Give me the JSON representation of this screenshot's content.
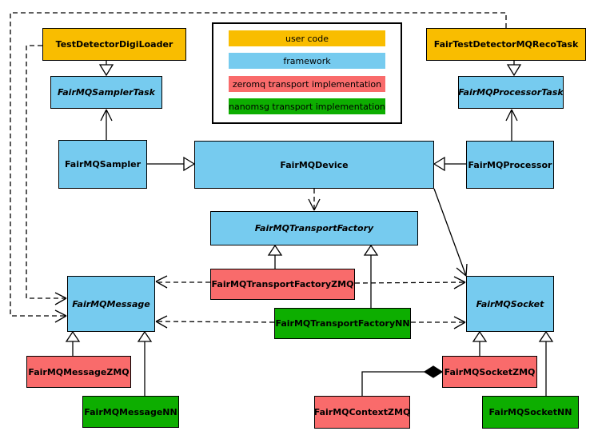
{
  "legend": {
    "items": [
      {
        "label": "user code",
        "color": "#F9BD00"
      },
      {
        "label": "framework",
        "color": "#76CBEF"
      },
      {
        "label": "zeromq transport implementation",
        "color": "#F96B6B"
      },
      {
        "label": "nanomsg transport implementation",
        "color": "#0DAE00"
      }
    ]
  },
  "colors": {
    "user_code": "#F9BD00",
    "framework": "#76CBEF",
    "zeromq": "#F96B6B",
    "nanomsg": "#0DAE00",
    "line": "#000000",
    "background": "#FFFFFF"
  },
  "nodes": {
    "TestDetectorDigiLoader": {
      "label": "TestDetectorDigiLoader",
      "category": "user code",
      "abstract": false
    },
    "FairTestDetectorMQRecoTask": {
      "label": "FairTestDetectorMQRecoTask",
      "category": "user code",
      "abstract": false
    },
    "FairMQSamplerTask": {
      "label": "FairMQSamplerTask",
      "category": "framework",
      "abstract": true
    },
    "FairMQProcessorTask": {
      "label": "FairMQProcessorTask",
      "category": "framework",
      "abstract": true
    },
    "FairMQSampler": {
      "label": "FairMQSampler",
      "category": "framework",
      "abstract": false
    },
    "FairMQDevice": {
      "label": "FairMQDevice",
      "category": "framework",
      "abstract": false
    },
    "FairMQProcessor": {
      "label": "FairMQProcessor",
      "category": "framework",
      "abstract": false
    },
    "FairMQTransportFactory": {
      "label": "FairMQTransportFactory",
      "category": "framework",
      "abstract": true
    },
    "FairMQTransportFactoryZMQ": {
      "label": "FairMQTransportFactoryZMQ",
      "category": "zeromq",
      "abstract": false
    },
    "FairMQTransportFactoryNN": {
      "label": "FairMQTransportFactoryNN",
      "category": "nanomsg",
      "abstract": false
    },
    "FairMQMessage": {
      "label": "FairMQMessage",
      "category": "framework",
      "abstract": true
    },
    "FairMQSocket": {
      "label": "FairMQSocket",
      "category": "framework",
      "abstract": true
    },
    "FairMQMessageZMQ": {
      "label": "FairMQMessageZMQ",
      "category": "zeromq",
      "abstract": false
    },
    "FairMQMessageNN": {
      "label": "FairMQMessageNN",
      "category": "nanomsg",
      "abstract": false
    },
    "FairMQContextZMQ": {
      "label": "FairMQContextZMQ",
      "category": "zeromq",
      "abstract": false
    },
    "FairMQSocketZMQ": {
      "label": "FairMQSocketZMQ",
      "category": "zeromq",
      "abstract": false
    },
    "FairMQSocketNN": {
      "label": "FairMQSocketNN",
      "category": "nanomsg",
      "abstract": false
    }
  },
  "edges": [
    {
      "from": "TestDetectorDigiLoader",
      "to": "FairMQSamplerTask",
      "type": "inheritance"
    },
    {
      "from": "FairTestDetectorMQRecoTask",
      "to": "FairMQProcessorTask",
      "type": "inheritance"
    },
    {
      "from": "FairMQSampler",
      "to": "FairMQSamplerTask",
      "type": "association"
    },
    {
      "from": "FairMQProcessor",
      "to": "FairMQProcessorTask",
      "type": "association"
    },
    {
      "from": "FairMQSampler",
      "to": "FairMQDevice",
      "type": "inheritance"
    },
    {
      "from": "FairMQProcessor",
      "to": "FairMQDevice",
      "type": "inheritance"
    },
    {
      "from": "FairMQDevice",
      "to": "FairMQTransportFactory",
      "type": "dependency"
    },
    {
      "from": "FairMQDevice",
      "to": "FairMQSocket",
      "type": "association"
    },
    {
      "from": "FairMQTransportFactoryZMQ",
      "to": "FairMQTransportFactory",
      "type": "inheritance"
    },
    {
      "from": "FairMQTransportFactoryNN",
      "to": "FairMQTransportFactory",
      "type": "inheritance"
    },
    {
      "from": "FairMQTransportFactoryZMQ",
      "to": "FairMQMessage",
      "type": "dependency"
    },
    {
      "from": "FairMQTransportFactoryZMQ",
      "to": "FairMQSocket",
      "type": "dependency"
    },
    {
      "from": "FairMQTransportFactoryNN",
      "to": "FairMQMessage",
      "type": "dependency"
    },
    {
      "from": "FairMQTransportFactoryNN",
      "to": "FairMQSocket",
      "type": "dependency"
    },
    {
      "from": "TestDetectorDigiLoader",
      "to": "FairMQMessage",
      "type": "dependency"
    },
    {
      "from": "FairTestDetectorMQRecoTask",
      "to": "FairMQMessage",
      "type": "dependency"
    },
    {
      "from": "FairMQMessageZMQ",
      "to": "FairMQMessage",
      "type": "inheritance"
    },
    {
      "from": "FairMQMessageNN",
      "to": "FairMQMessage",
      "type": "inheritance"
    },
    {
      "from": "FairMQSocketZMQ",
      "to": "FairMQSocket",
      "type": "inheritance"
    },
    {
      "from": "FairMQSocketNN",
      "to": "FairMQSocket",
      "type": "inheritance"
    },
    {
      "from": "FairMQSocketZMQ",
      "to": "FairMQContextZMQ",
      "type": "composition"
    }
  ]
}
